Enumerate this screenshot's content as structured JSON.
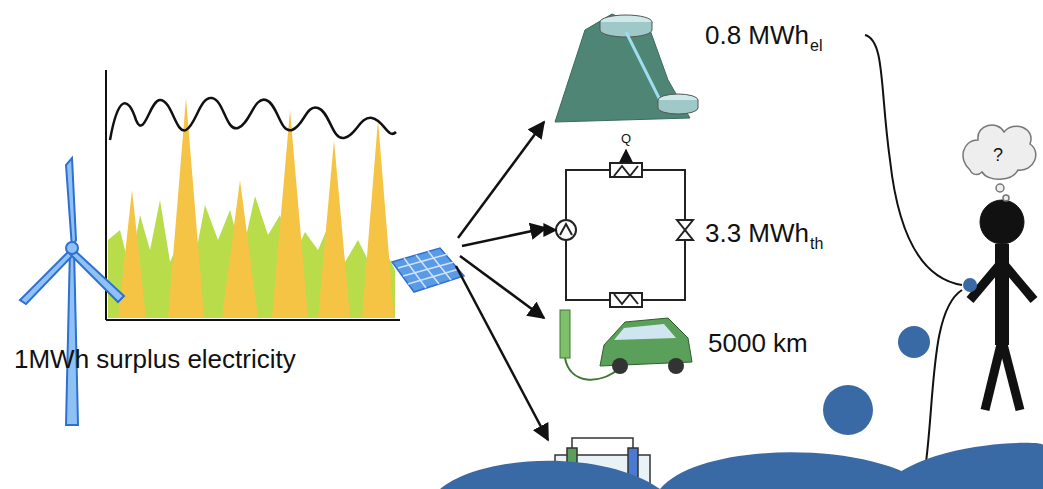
{
  "diagram": {
    "labels": [
      "1MWh surplus electricity",
      "0.8 MWh",
      "el",
      "Q",
      "3.3 MWh",
      "th",
      "5000 km",
      "?"
    ]
  }
}
